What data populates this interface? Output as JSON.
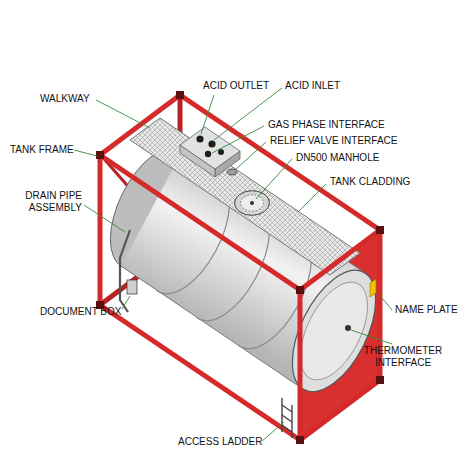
{
  "diagram": {
    "labels": [
      "WALKWAY",
      "ACID OUTLET",
      "ACID INLET",
      "GAS PHASE INTERFACE",
      "RELIEF VALVE INTERFACE",
      "DN500 MANHOLE",
      "TANK CLADDING",
      "TANK FRAME",
      "DRAIN PIPE ASSEMBLY",
      "DOCUMENT BOX",
      "NAME PLATE",
      "THERMOMETER INTERFACE",
      "ACCESS LADDER"
    ]
  }
}
